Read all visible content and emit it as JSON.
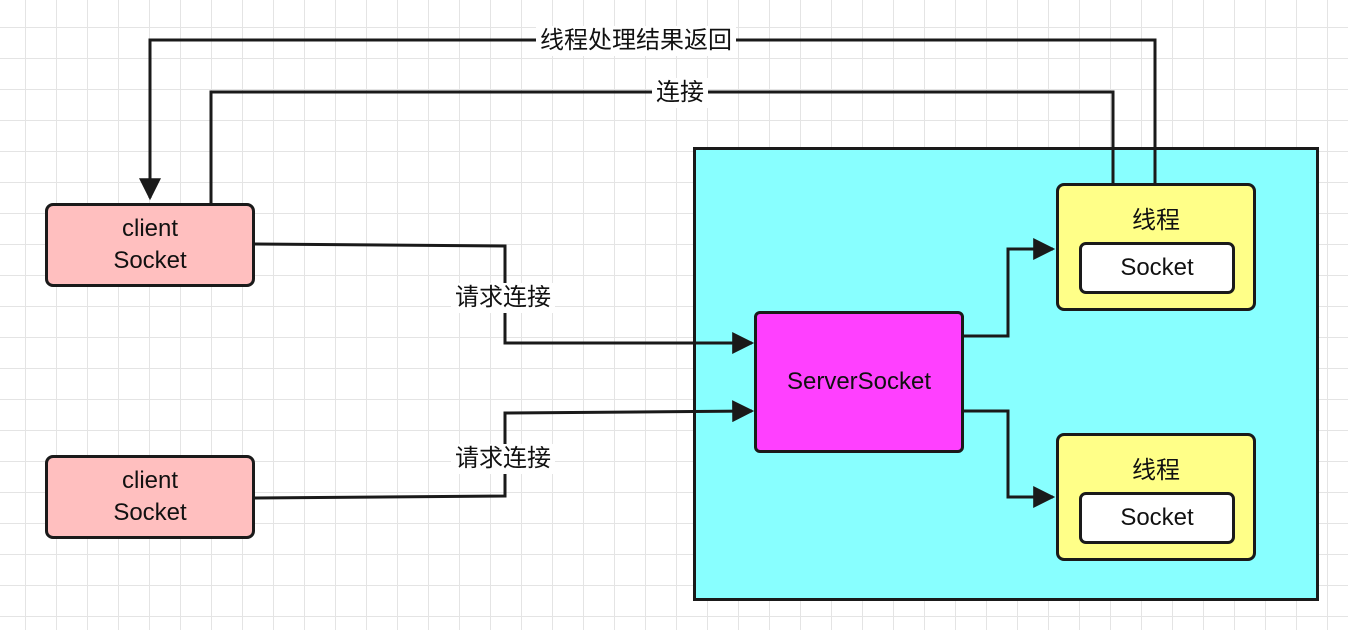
{
  "diagram": {
    "clients": [
      {
        "label": "client\nSocket"
      },
      {
        "label": "client\nSocket"
      }
    ],
    "server": {
      "server_socket_label": "ServerSocket",
      "threads": [
        {
          "title": "线程",
          "socket_label": "Socket"
        },
        {
          "title": "线程",
          "socket_label": "Socket"
        }
      ]
    },
    "edges": {
      "request_connect_1": "请求连接",
      "request_connect_2": "请求连接",
      "connect": "连接",
      "thread_result_return": "线程处理结果返回"
    }
  }
}
